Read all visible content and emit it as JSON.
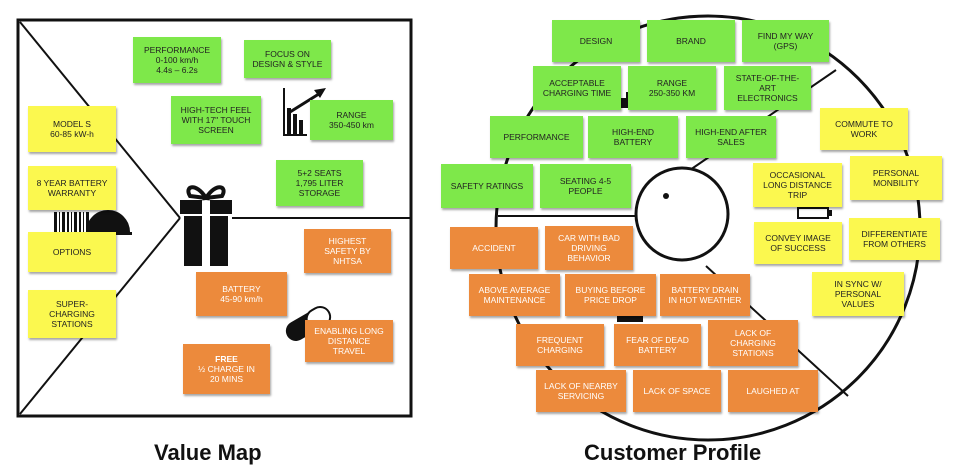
{
  "value_map": {
    "title": "Value Map",
    "notes": [
      {
        "id": "performance",
        "text": "PERFORMANCE\n0-100 km/h\n4.4s – 6.2s",
        "color": "green"
      },
      {
        "id": "focus-design",
        "text": "FOCUS ON\nDESIGN & STYLE",
        "color": "green"
      },
      {
        "id": "high-tech",
        "text": "HIGH-TECH FEEL\nWITH 17\" TOUCH\nSCREEN",
        "color": "green"
      },
      {
        "id": "range",
        "text": "RANGE\n350-450 km",
        "color": "green"
      },
      {
        "id": "seats",
        "text": "5+2 SEATS\n1,795 LITER\nSTORAGE",
        "color": "green"
      },
      {
        "id": "model-s",
        "text": "MODEL S\n60-85 kW-h",
        "color": "yellow"
      },
      {
        "id": "warranty",
        "text": "8 YEAR BATTERY\nWARRANTY",
        "color": "yellow"
      },
      {
        "id": "options",
        "text": "OPTIONS",
        "color": "yellow"
      },
      {
        "id": "supercharging",
        "text": "SUPER-\nCHARGING\nSTATIONS",
        "color": "yellow"
      },
      {
        "id": "safety",
        "text": "HIGHEST\nSAFETY BY\nNHTSA",
        "color": "orange"
      },
      {
        "id": "battery",
        "text": "BATTERY\n45-90 km/h",
        "color": "orange"
      },
      {
        "id": "enabling",
        "text": "ENABLING LONG\nDISTANCE\nTRAVEL",
        "color": "orange"
      },
      {
        "id": "free-charge",
        "text": "½ CHARGE IN\n20 MINS",
        "bold": "FREE",
        "color": "orange"
      }
    ]
  },
  "customer_profile": {
    "title": "Customer Profile",
    "notes": [
      {
        "id": "design",
        "text": "DESIGN",
        "color": "green"
      },
      {
        "id": "brand",
        "text": "BRAND",
        "color": "green"
      },
      {
        "id": "find-my-way",
        "text": "FIND MY WAY\n(GPS)",
        "color": "green"
      },
      {
        "id": "charging-time",
        "text": "ACCEPTABLE\nCHARGING TIME",
        "color": "green"
      },
      {
        "id": "cp-range",
        "text": "RANGE\n250-350 KM",
        "color": "green"
      },
      {
        "id": "electronics",
        "text": "STATE-OF-THE-\nART\nELECTRONICS",
        "color": "green"
      },
      {
        "id": "cp-performance",
        "text": "PERFORMANCE",
        "color": "green"
      },
      {
        "id": "high-end-battery",
        "text": "HIGH-END\nBATTERY",
        "color": "green"
      },
      {
        "id": "after-sales",
        "text": "HIGH-END AFTER\nSALES",
        "color": "green"
      },
      {
        "id": "safety-ratings",
        "text": "SAFETY RATINGS",
        "color": "green"
      },
      {
        "id": "seating",
        "text": "SEATING 4-5\nPEOPLE",
        "color": "green"
      },
      {
        "id": "commute",
        "text": "COMMUTE TO\nWORK",
        "color": "yellow"
      },
      {
        "id": "personal-mobility",
        "text": "PERSONAL\nMONBILITY",
        "color": "yellow"
      },
      {
        "id": "long-trip",
        "text": "OCCASIONAL\nLONG DISTANCE\nTRIP",
        "color": "yellow"
      },
      {
        "id": "differentiate",
        "text": "DIFFERENTIATE\nFROM OTHERS",
        "color": "yellow"
      },
      {
        "id": "success",
        "text": "CONVEY IMAGE\nOF SUCCESS",
        "color": "yellow"
      },
      {
        "id": "in-sync",
        "text": "IN SYNC W/\nPERSONAL\nVALUES",
        "color": "yellow"
      },
      {
        "id": "accident",
        "text": "ACCIDENT",
        "color": "orange"
      },
      {
        "id": "bad-driving",
        "text": "CAR WITH BAD\nDRIVING\nBEHAVIOR",
        "color": "orange"
      },
      {
        "id": "maintenance",
        "text": "ABOVE AVERAGE\nMAINTENANCE",
        "color": "orange"
      },
      {
        "id": "price-drop",
        "text": "BUYING BEFORE\nPRICE DROP",
        "color": "orange"
      },
      {
        "id": "battery-drain",
        "text": "BATTERY DRAIN\nIN HOT WEATHER",
        "color": "orange"
      },
      {
        "id": "frequent-charging",
        "text": "FREQUENT\nCHARGING",
        "color": "orange"
      },
      {
        "id": "dead-battery",
        "text": "FEAR OF DEAD\nBATTERY",
        "color": "orange"
      },
      {
        "id": "lack-stations",
        "text": "LACK OF\nCHARGING\nSTATIONS",
        "color": "orange"
      },
      {
        "id": "lack-servicing",
        "text": "LACK OF NEARBY\nSERVICING",
        "color": "orange"
      },
      {
        "id": "lack-space",
        "text": "LACK OF SPACE",
        "color": "orange"
      },
      {
        "id": "laughed",
        "text": "LAUGHED AT",
        "color": "orange"
      }
    ]
  }
}
